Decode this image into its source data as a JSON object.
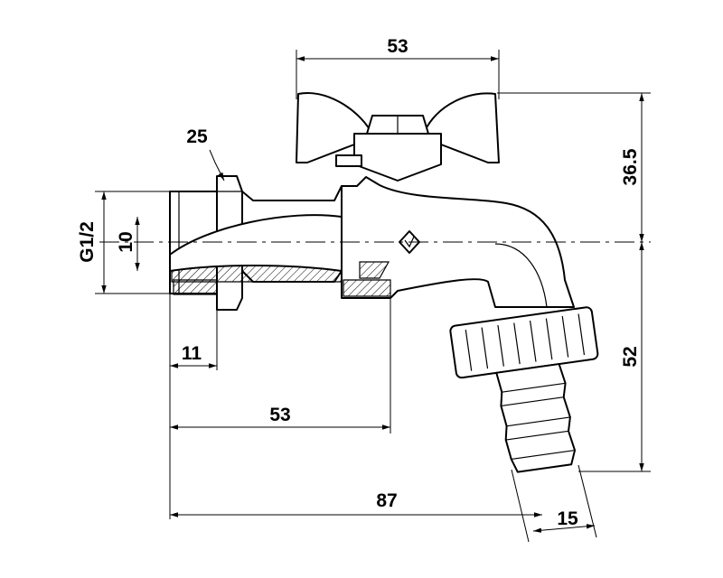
{
  "dimensions": {
    "handle_width": "53",
    "handle_height": "36.5",
    "hex_size": "25",
    "thread": "G1/2",
    "bore": "10",
    "thread_length": "11",
    "body_length": "53",
    "overall_length": "87",
    "outlet_height": "52",
    "hose_diameter": "15"
  }
}
